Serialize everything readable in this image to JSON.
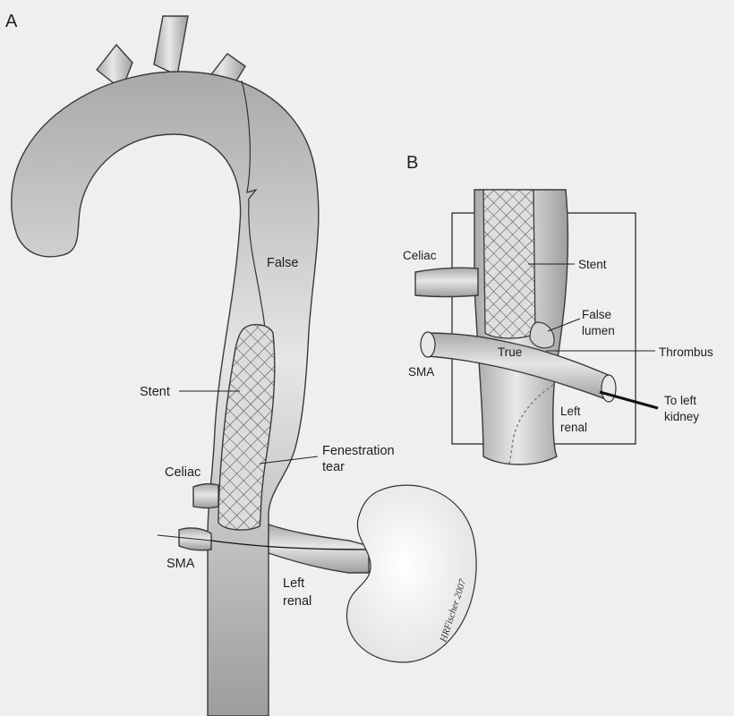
{
  "panel_a": {
    "letter": "A",
    "labels": {
      "false_lumen": "False",
      "stent": "Stent",
      "fenestration_line1": "Fenestration",
      "fenestration_line2": "tear",
      "celiac": "Celiac",
      "sma": "SMA",
      "left_renal_line1": "Left",
      "left_renal_line2": "renal"
    },
    "signature": "HRFischer 2007"
  },
  "panel_b": {
    "letter": "B",
    "labels": {
      "celiac": "Celiac",
      "stent": "Stent",
      "false_lumen_line1": "False",
      "false_lumen_line2": "lumen",
      "true_lumen": "True",
      "thrombus": "Thrombus",
      "sma": "SMA",
      "left_renal_line1": "Left",
      "left_renal_line2": "renal",
      "to_left_kidney_line1": "To left",
      "to_left_kidney_line2": "kidney"
    }
  },
  "colors": {
    "background": "#f1eeee",
    "vessel_fill": "#cfcfcf",
    "vessel_light": "#e6e6e6",
    "outline": "#3a3a3a"
  }
}
